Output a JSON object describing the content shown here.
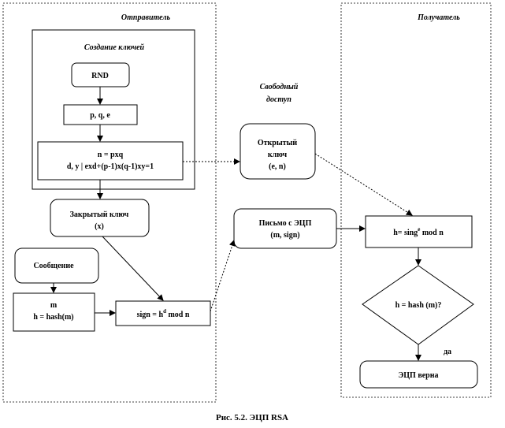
{
  "sections": {
    "sender": "Отправитель",
    "key_creation": "Создание ключей",
    "free_access_1": "Свободный",
    "free_access_2": "доступ",
    "receiver": "Получатель"
  },
  "nodes": {
    "rnd": "RND",
    "pqe": "p, q, e",
    "n_line1": "n = pxq",
    "n_line2": "d, y | exd+(p-1)x(q-1)xy=1",
    "public_key_1": "Открытый",
    "public_key_2": "ключ",
    "public_key_3": "(e, n)",
    "private_key_1": "Закрытый ключ",
    "private_key_2": "(x)",
    "letter_1": "Письмо с ЭЦП",
    "letter_2": "(m, sign)",
    "message": "Сообщение",
    "hash_1": "m",
    "hash_2": "h = hash(m)",
    "sign_base": "sign = h",
    "sign_sup": "d",
    "sign_tail": " mod n",
    "recv_h_base": "h= sing",
    "recv_h_sup": "e",
    "recv_h_tail": " mod n",
    "check": "h = hash (m)?",
    "yes": "да",
    "valid": "ЭЦП верна"
  },
  "caption": "Рис. 5.2. ЭЦП RSA"
}
